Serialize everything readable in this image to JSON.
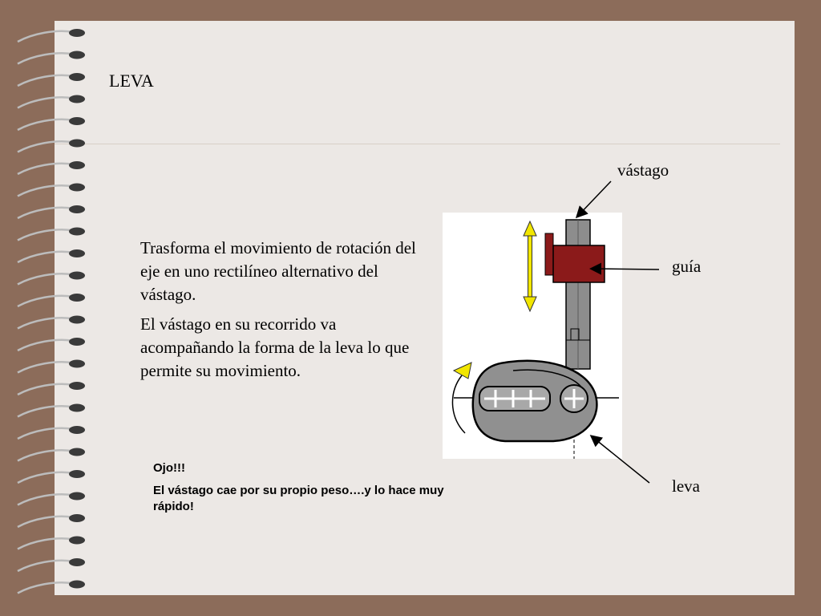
{
  "slide": {
    "title": "LEVA",
    "paragraphs": [
      "Trasforma el movimiento de rotación del eje en uno rectilíneo alternativo del vástago.",
      "El vástago en su recorrido va acompañando la forma de la leva lo que permite su movimiento."
    ],
    "note_heading": "Ojo!!!",
    "note_text": "El vástago cae por su propio peso….y lo hace muy rápido!"
  },
  "diagram": {
    "labels": {
      "rod": "vástago",
      "guide": "guía",
      "cam": "leva"
    }
  },
  "colors": {
    "background": "#8c6c5a",
    "page": "#ece8e5",
    "guide_block": "#8b1a1a",
    "arrow_yellow": "#f2e600",
    "cam_gray": "#909090"
  }
}
